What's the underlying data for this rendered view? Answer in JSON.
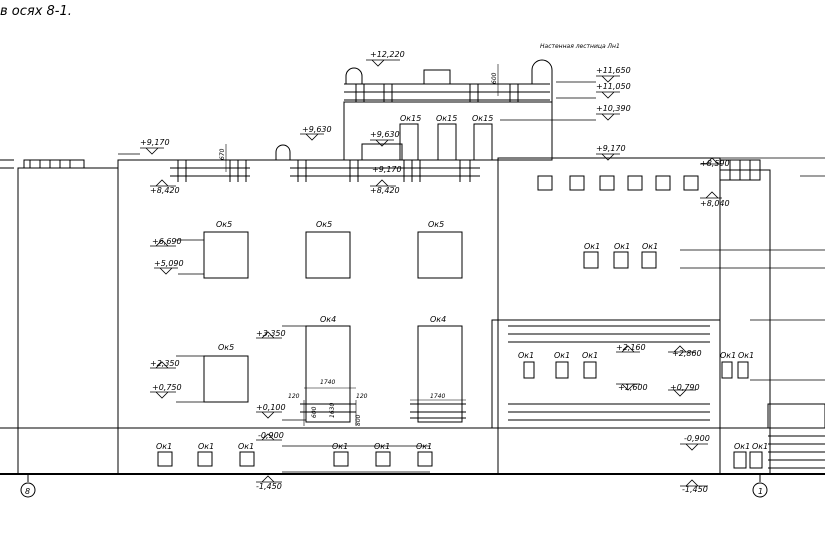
{
  "title": "в осях 8-1.",
  "stair_note": "Настенная лестница Лн1",
  "axes": {
    "left": "8",
    "right": "1"
  },
  "window_labels": {
    "ok1": "Ок1",
    "ok4": "Ок4",
    "ok5": "Ок5",
    "ok15": "Ок15"
  },
  "elevations": {
    "e12220": "+12,220",
    "e11650": "+11,650",
    "e11050": "+11,050",
    "e10390": "+10,390",
    "e9630a": "+9,630",
    "e9630b": "+9,630",
    "e9170a": "+9,170",
    "e9170b": "+9,170",
    "e9170c": "+9,170",
    "e8590": "+8,590",
    "e8420a": "+8,420",
    "e8420b": "+8,420",
    "e8040": "+8,040",
    "e6690": "+6,690",
    "e5090": "+5,090",
    "e3350": "+3,350",
    "e2350": "+2,350",
    "e2160": "+2,160",
    "e2860": "+2,860",
    "e1600": "+1,600",
    "e0790": "+0,790",
    "e0750": "+0,750",
    "e0100": "+0,100",
    "em0900a": "-0,900",
    "em0900b": "-0,900",
    "em1450a": "-1,450",
    "em1450b": "-1,450"
  },
  "dimensions": {
    "d670": "670",
    "d600": "600",
    "d1740a": "1740",
    "d1740b": "1740",
    "d120a": "120",
    "d120b": "120",
    "d1630": "1630",
    "d600b": "600",
    "d800": "800"
  }
}
